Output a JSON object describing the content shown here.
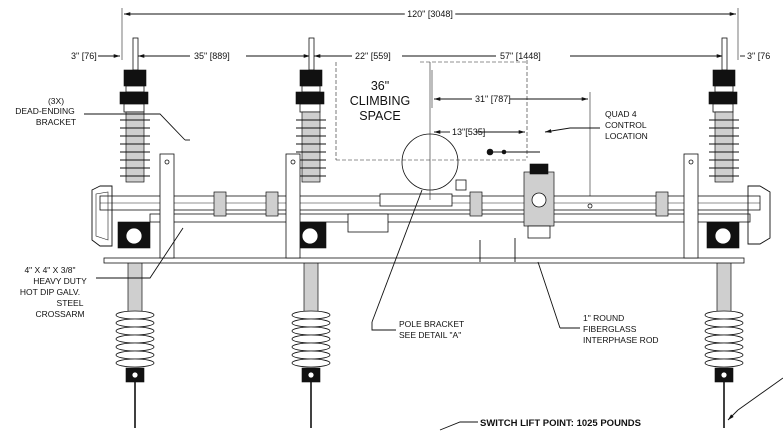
{
  "dimensions": {
    "overall": "120\" [3048]",
    "left_end": "3\" [76]",
    "right_end": "3\" [76",
    "span_1": "35\" [889]",
    "span_2": "22\" [559]",
    "span_3": "57\" [1448]",
    "offset_31": "31\" [787]",
    "offset_13": "13\"[535]"
  },
  "labels": {
    "climbing_space": [
      "36\"",
      "CLIMBING",
      "SPACE"
    ],
    "dead_ending": [
      "(3X)",
      "DEAD-ENDING",
      "BRACKET"
    ],
    "quad_control": [
      "QUAD 4",
      "CONTROL",
      "LOCATION"
    ],
    "crossarm": [
      "4\" X 4\" X 3/8\"",
      "HEAVY DUTY",
      "HOT DIP GALV.",
      "STEEL",
      "CROSSARM"
    ],
    "pole_bracket": [
      "POLE BRACKET",
      "SEE DETAIL \"A\""
    ],
    "interphase_rod": [
      "1\" ROUND",
      "FIBERGLASS",
      "INTERPHASE ROD"
    ],
    "lift_point": "SWITCH LIFT POINT: 1025 POUNDS"
  }
}
